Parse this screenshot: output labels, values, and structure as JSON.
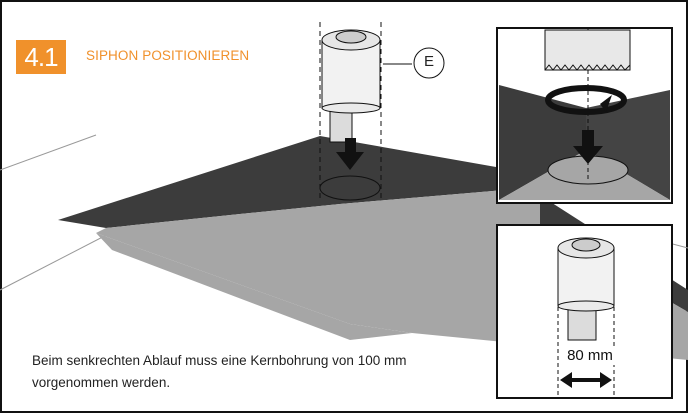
{
  "step": {
    "number": "4.1",
    "title": "SIPHON POSITIONIEREN"
  },
  "callout": {
    "label": "E"
  },
  "detail": {
    "dimension_label": "80 mm"
  },
  "caption": {
    "text": "Beim senkrechten Ablauf muss eine Kernbohrung von 100 mm vorgenommen werden."
  },
  "colors": {
    "accent": "#f0912b",
    "recess_floor": "#a6a6a6",
    "recess_wall": "#3c3c3c",
    "frame": "#111111"
  }
}
